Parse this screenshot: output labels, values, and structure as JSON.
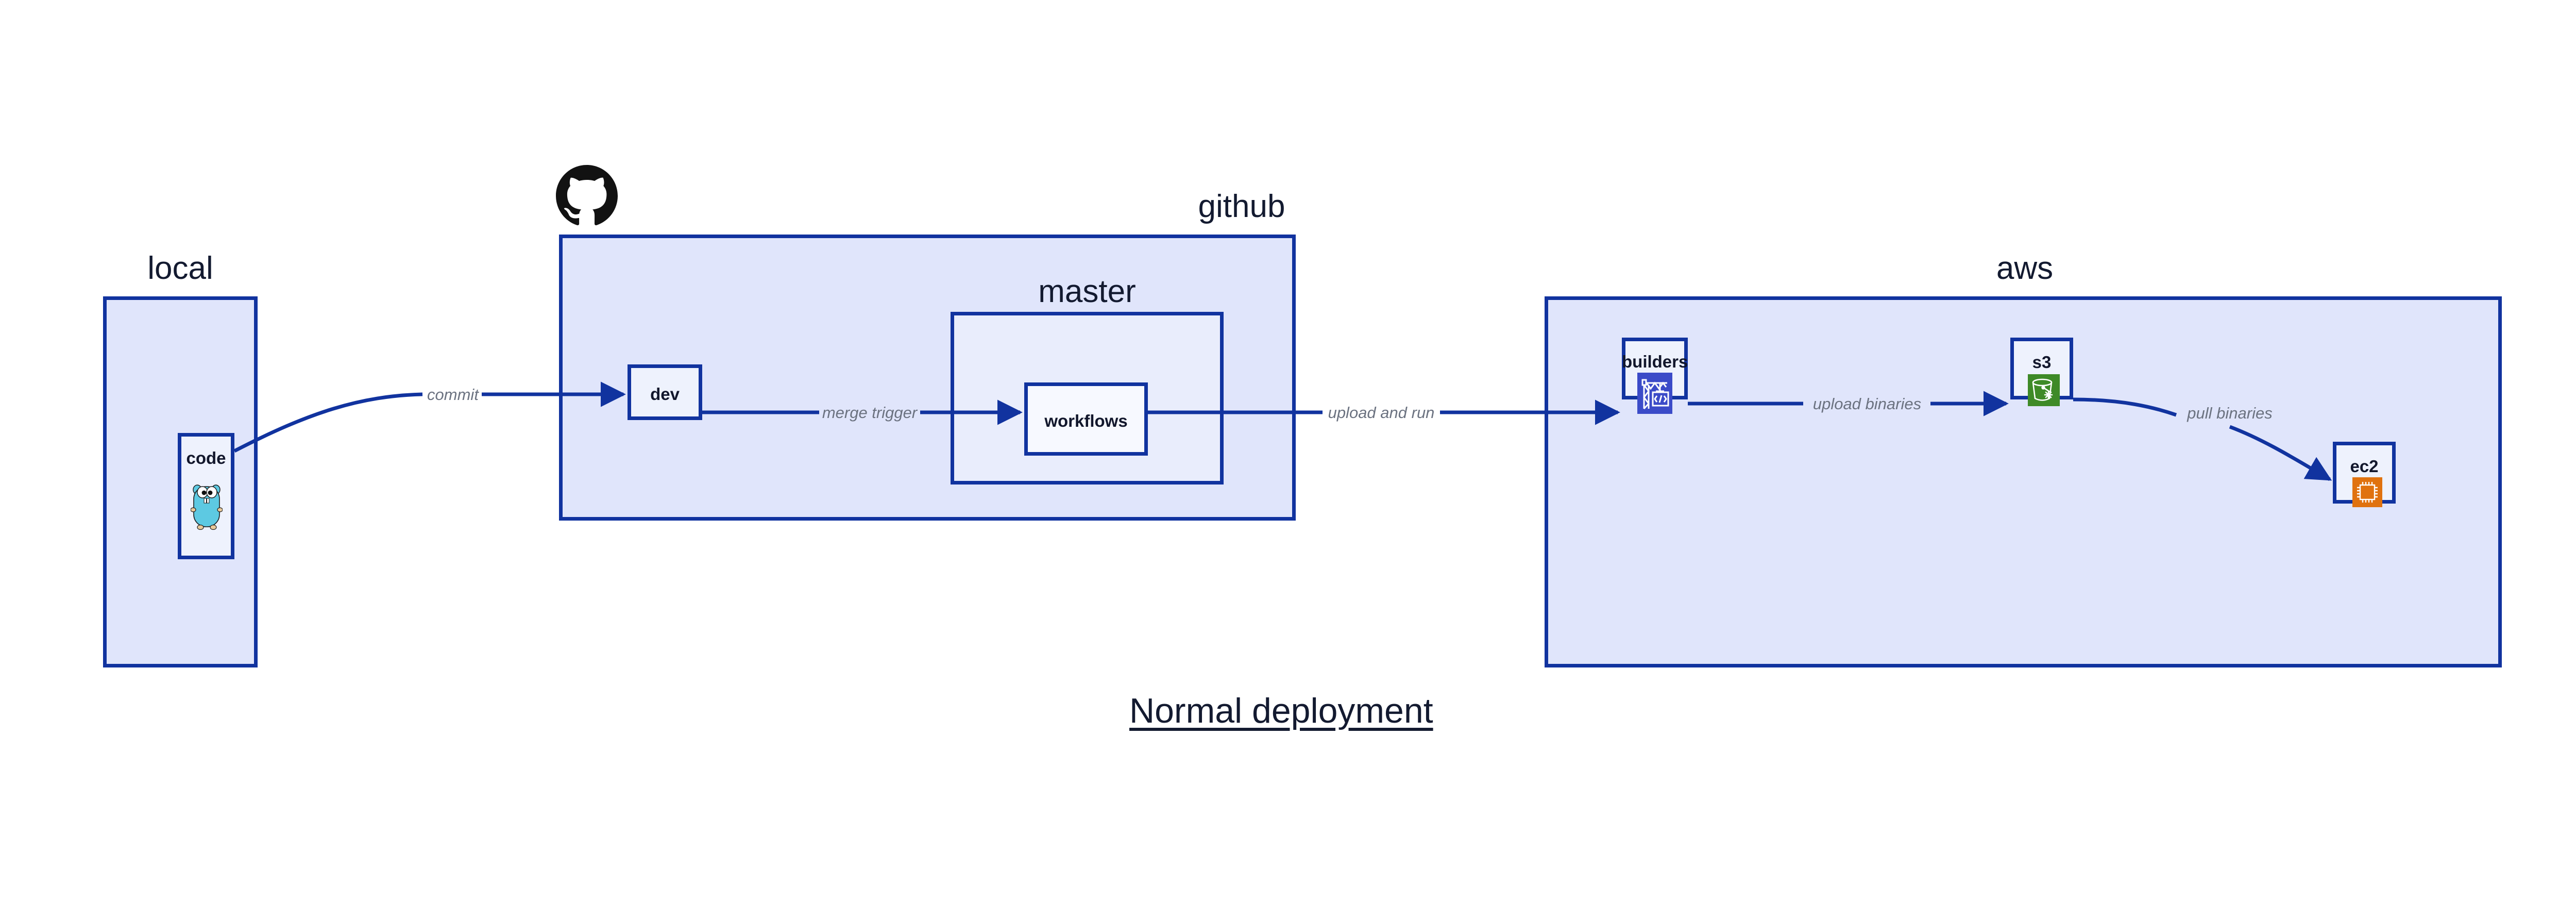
{
  "diagram": {
    "title": "Normal deployment",
    "colors": {
      "group_fill": "#e0e5fb",
      "group_inner_fill": "#e9edfc",
      "node_fill": "#eef2fd",
      "node_white_fill": "#f7f9ff",
      "border": "#11339f",
      "edge": "#11339f",
      "edge_label": "#6b7280",
      "title_text": "#131a30",
      "builders_icon": "#3b4bc8",
      "s3_icon": "#3e8a27",
      "ec2_icon": "#e0720f",
      "gopher_body": "#5dc9e2",
      "github_logo": "#121212"
    },
    "groups": [
      {
        "id": "local",
        "label": "local"
      },
      {
        "id": "github",
        "label": "github"
      },
      {
        "id": "master",
        "label": "master"
      },
      {
        "id": "aws",
        "label": "aws"
      }
    ],
    "nodes": [
      {
        "id": "code",
        "label": "code",
        "icon": "go-gopher-icon"
      },
      {
        "id": "dev",
        "label": "dev",
        "icon": null
      },
      {
        "id": "workflows",
        "label": "workflows",
        "icon": null
      },
      {
        "id": "builders",
        "label": "builders",
        "icon": "aws-builders-crane-icon"
      },
      {
        "id": "s3",
        "label": "s3",
        "icon": "aws-s3-bucket-icon"
      },
      {
        "id": "ec2",
        "label": "ec2",
        "icon": "aws-ec2-chip-icon"
      }
    ],
    "edges": [
      {
        "id": "commit",
        "label": "commit",
        "from": "code",
        "to": "dev"
      },
      {
        "id": "merge-trigger",
        "label": "merge trigger",
        "from": "dev",
        "to": "workflows"
      },
      {
        "id": "upload-and-run",
        "label": "upload and run",
        "from": "workflows",
        "to": "builders"
      },
      {
        "id": "upload-binaries",
        "label": "upload binaries",
        "from": "builders",
        "to": "s3"
      },
      {
        "id": "pull-binaries",
        "label": "pull binaries",
        "from": "s3",
        "to": "ec2"
      }
    ],
    "logos": [
      {
        "id": "github-octocat",
        "name": "github-octocat-logo"
      }
    ]
  }
}
